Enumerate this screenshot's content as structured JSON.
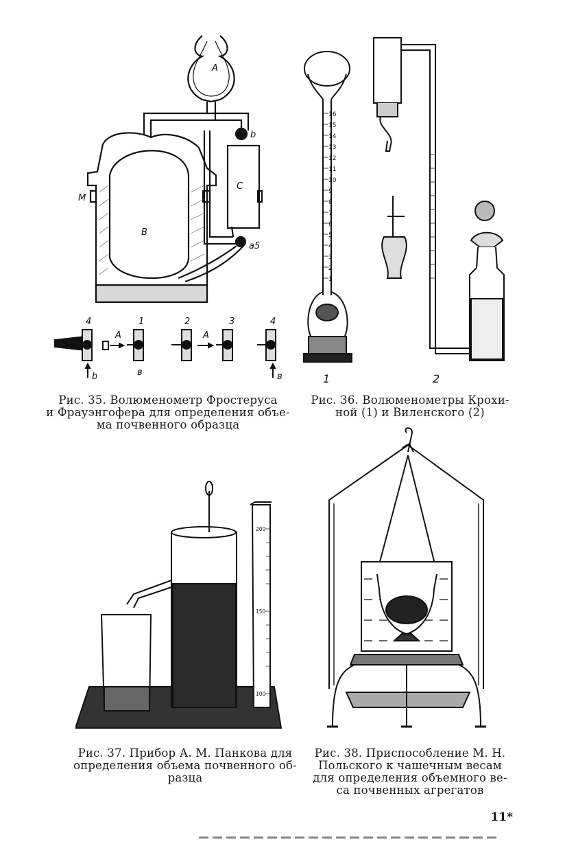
{
  "fig35": {
    "labels": {
      "A": "A",
      "B": "B",
      "C": "C",
      "M": "М",
      "b": "b",
      "a5": "a5"
    },
    "valves": [
      "4",
      "1",
      "2",
      "3",
      "4"
    ],
    "arrows": [
      "A",
      "A"
    ],
    "bottom_labels": [
      "b",
      "в",
      "в"
    ],
    "caption": [
      "Рис. 35. Волюменометр Фростеруса",
      "и Фрауэнгофера для определения объе-",
      "ма почвенного образца"
    ]
  },
  "fig36": {
    "scale": [
      "16",
      "15",
      "14",
      "13",
      "12",
      "11",
      "10",
      "9",
      "8",
      "7",
      "6",
      "5",
      "4",
      "3",
      "2",
      "1"
    ],
    "device_labels": [
      "1",
      "2"
    ],
    "caption": [
      "Рис. 36. Волюменометры Крохи-",
      "ной (1) и Виленского (2)"
    ]
  },
  "fig37": {
    "cylinder_marks": [
      "200",
      "150",
      "100"
    ],
    "caption": [
      "Рис. 37. Прибор А. М. Панкова для",
      "определения объема почвенного об-",
      "разца"
    ]
  },
  "fig38": {
    "caption": [
      "Рис. 38. Приспособление М. Н.",
      "Польского к чашечным весам",
      "для определения объемного ве-",
      "са почвенных агрегатов"
    ]
  },
  "page_number": "11*"
}
